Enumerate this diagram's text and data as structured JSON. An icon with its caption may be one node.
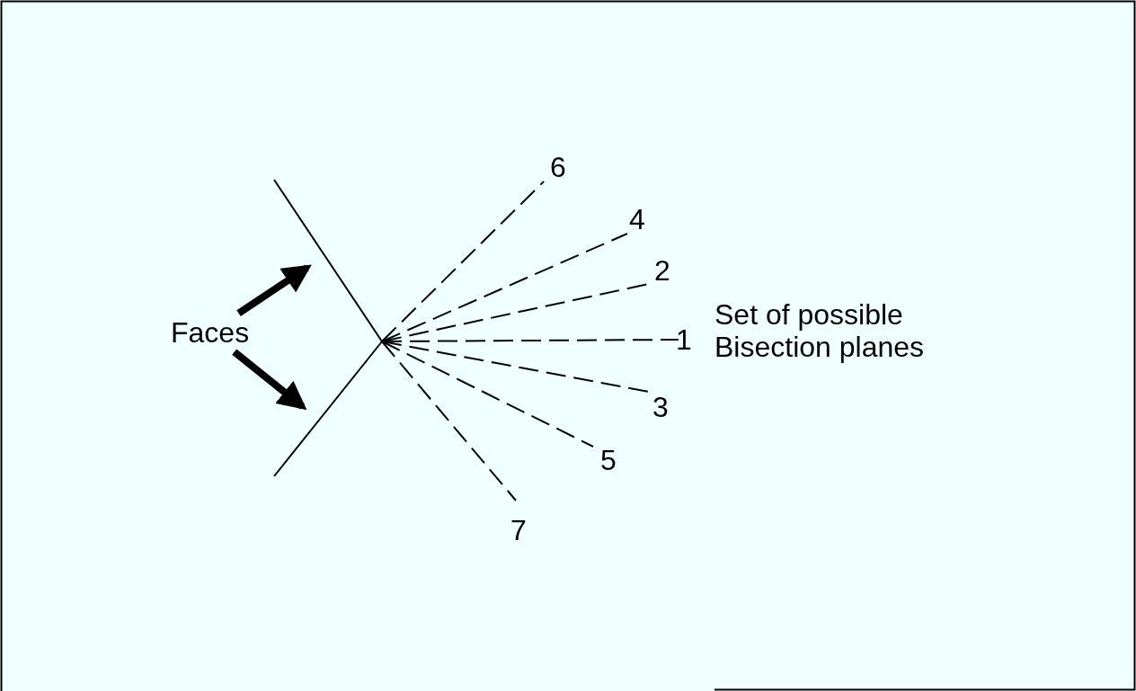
{
  "diagram": {
    "nodes": [
      {
        "text": [
          "Faces"
        ]
      },
      {
        "text": [],
        "shape": "line"
      },
      {
        "text": [],
        "shape": "line"
      }
    ],
    "edges": [
      {
        "from": 0,
        "to": 1,
        "arrow": "to"
      },
      {
        "from": 0,
        "to": 2,
        "arrow": "to"
      }
    ],
    "labels": [
      "6",
      "4",
      "2",
      "Set of possible Bisection planes",
      "1",
      "3",
      "5",
      "7"
    ]
  }
}
